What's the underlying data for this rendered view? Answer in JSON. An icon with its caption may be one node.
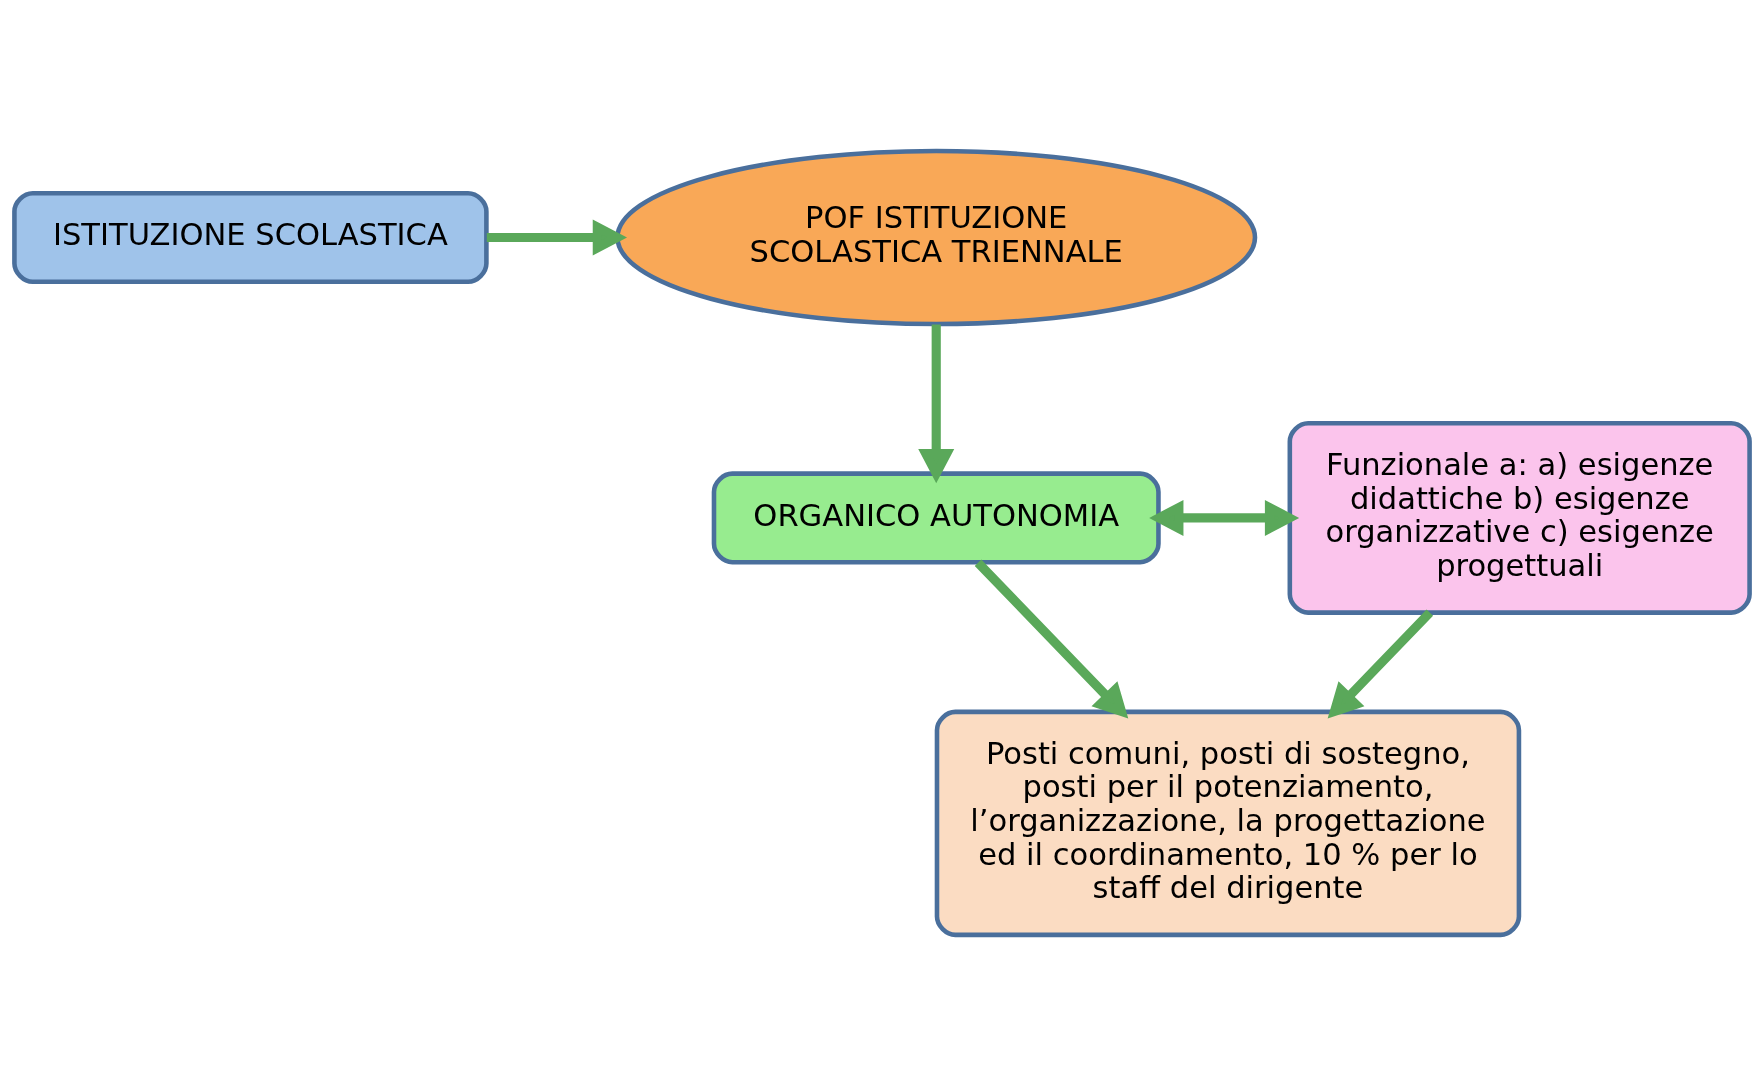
{
  "diagram": {
    "nodes": [
      {
        "text": [
          "POF ISTITUZIONE SCOLASTICA TRIENNALE"
        ]
      },
      {
        "text": [
          "ISTITUZIONE SCOLASTICA"
        ]
      },
      {
        "text": [
          "Funzionale a: a) esigenze didattiche b) esigenze organizzative c) esigenze progettuali"
        ]
      },
      {
        "text": [
          "ORGANICO AUTONOMIA"
        ]
      },
      {
        "text": [
          "Posti comuni, posti di sostegno, posti per il potenziamento, l’organizzazione, la progettazione ed il coordinamento, 10 % per lo staff del dirigente"
        ]
      }
    ],
    "edges": [
      {
        "from": 1,
        "to": 0,
        "arrow": "to"
      },
      {
        "from": 0,
        "to": 3,
        "arrow": "to"
      },
      {
        "from": 3,
        "to": 2,
        "arrow": "both"
      },
      {
        "from": 3,
        "to": 4,
        "arrow": "to"
      },
      {
        "from": 2,
        "to": 4,
        "arrow": "to"
      }
    ]
  }
}
